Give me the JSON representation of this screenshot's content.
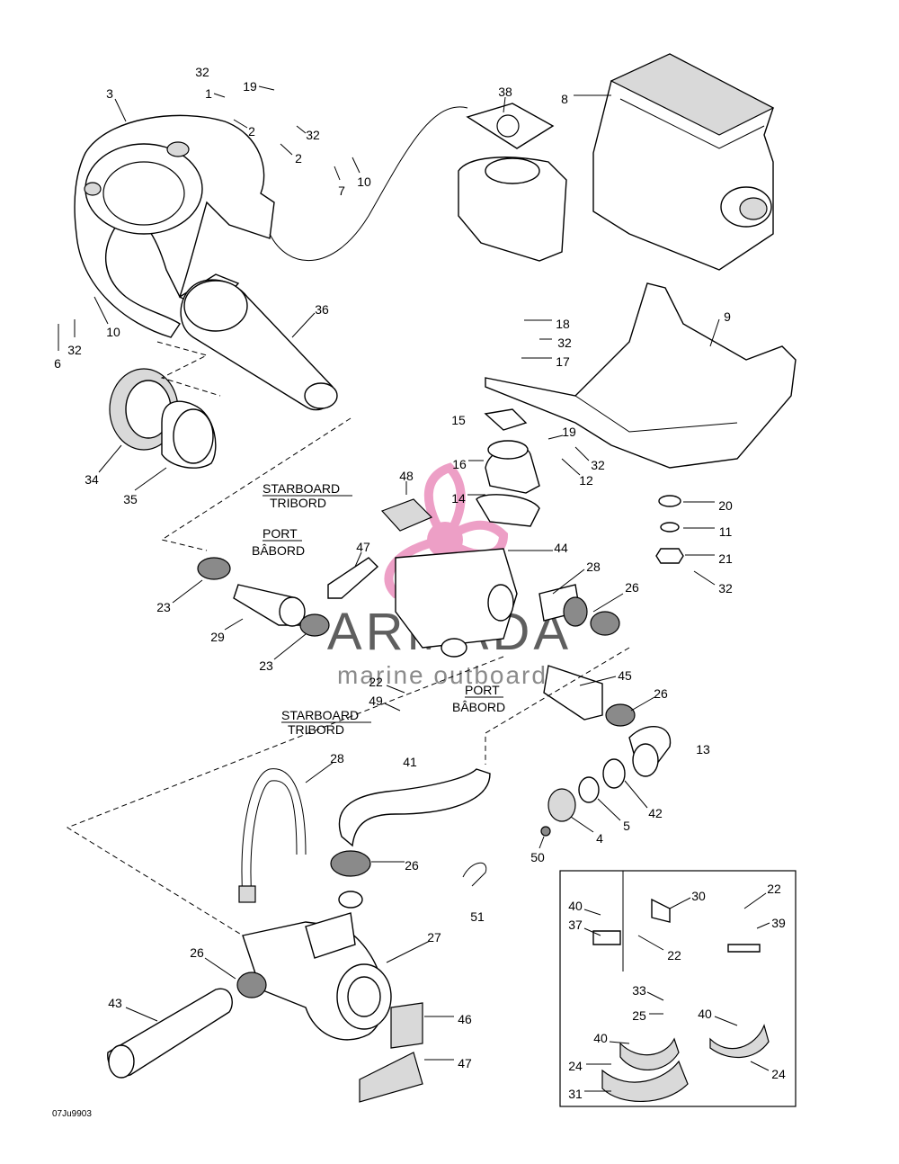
{
  "diagram_code": "07Ju9903",
  "watermark": {
    "brand": "ARMADA",
    "tagline": "marine outboards",
    "accent_color": "#e87fb4"
  },
  "labels": {
    "starboard_1": "STARBOARD",
    "tribord_1": "TRIBORD",
    "port_1": "PORT",
    "babord_1": "BÂBORD",
    "port_2": "PORT",
    "babord_2": "BÂBORD",
    "starboard_2": "STARBOARD",
    "tribord_2": "TRIBORD"
  },
  "callouts": [
    "32",
    "1",
    "19",
    "3",
    "2",
    "32",
    "2",
    "7",
    "10",
    "38",
    "8",
    "6",
    "32",
    "10",
    "36",
    "18",
    "32",
    "17",
    "9",
    "15",
    "19",
    "32",
    "12",
    "16",
    "14",
    "48",
    "34",
    "35",
    "20",
    "11",
    "21",
    "32",
    "47",
    "44",
    "28",
    "26",
    "23",
    "29",
    "23",
    "22",
    "49",
    "45",
    "26",
    "13",
    "41",
    "28",
    "42",
    "5",
    "4",
    "50",
    "26",
    "51",
    "27",
    "26",
    "43",
    "46",
    "47",
    "40",
    "30",
    "22",
    "37",
    "22",
    "39",
    "33",
    "25",
    "40",
    "40",
    "24",
    "24",
    "31"
  ]
}
